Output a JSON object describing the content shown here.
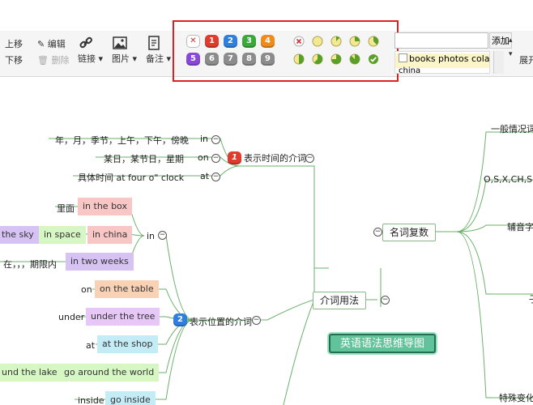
{
  "toolbar": {
    "move_up": "上移",
    "move_down": "下移",
    "edit": "编辑",
    "delete": "删除",
    "link": "链接",
    "image": "图片",
    "note": "备注",
    "expand": "展开",
    "add": "添加",
    "tag_text": "books photos colas",
    "tag_text2": "china"
  },
  "priority_icons": [
    "1",
    "2",
    "3",
    "4",
    "5",
    "6",
    "7",
    "8",
    "9"
  ],
  "colors": {
    "red": "#e03b2d",
    "blue": "#2f7fe0",
    "green": "#3aa83a",
    "orange": "#f08a1a",
    "purple": "#8a48d8",
    "gray": "#8c8c8c",
    "highlight": "#e02020",
    "branch": "#6ab06a"
  },
  "map": {
    "central": "英语语法思维导图",
    "topic_prep": "介词用法",
    "topic_noun": "名词复数",
    "right1": "一般情况词",
    "right2": "O,S,X,CH,SH",
    "right3": "辅音字",
    "right4": "特殊变化",
    "right5": "子",
    "time_topic": "表示时间的介词",
    "time_badge": "1",
    "place_topic": "表示位置的介词",
    "place_badge": "2",
    "time_rows": [
      {
        "desc": "年，月，季节，上午，下午，傍晚",
        "prep": "in"
      },
      {
        "desc": "某日，某节日，星期",
        "prep": "on"
      },
      {
        "desc": "具体时间 at four o\" clock",
        "prep": "at"
      }
    ],
    "in_label": "in",
    "in_items": {
      "inside_label": "里面",
      "in_box": "in the box",
      "in_sky": "the sky",
      "in_space": "in space",
      "in_china": "in china",
      "period_label": "在，，，期限内",
      "in_weeks": "in two weeks"
    },
    "on_label": "on",
    "on_table": "on the table",
    "under_label": "under",
    "under_tree": "under the tree",
    "at_label": "at",
    "at_shop": "at the shop",
    "round_lake": "und the lake",
    "go_around": "go around the world",
    "inside_label2": "inside",
    "go_inside": "go inside"
  }
}
